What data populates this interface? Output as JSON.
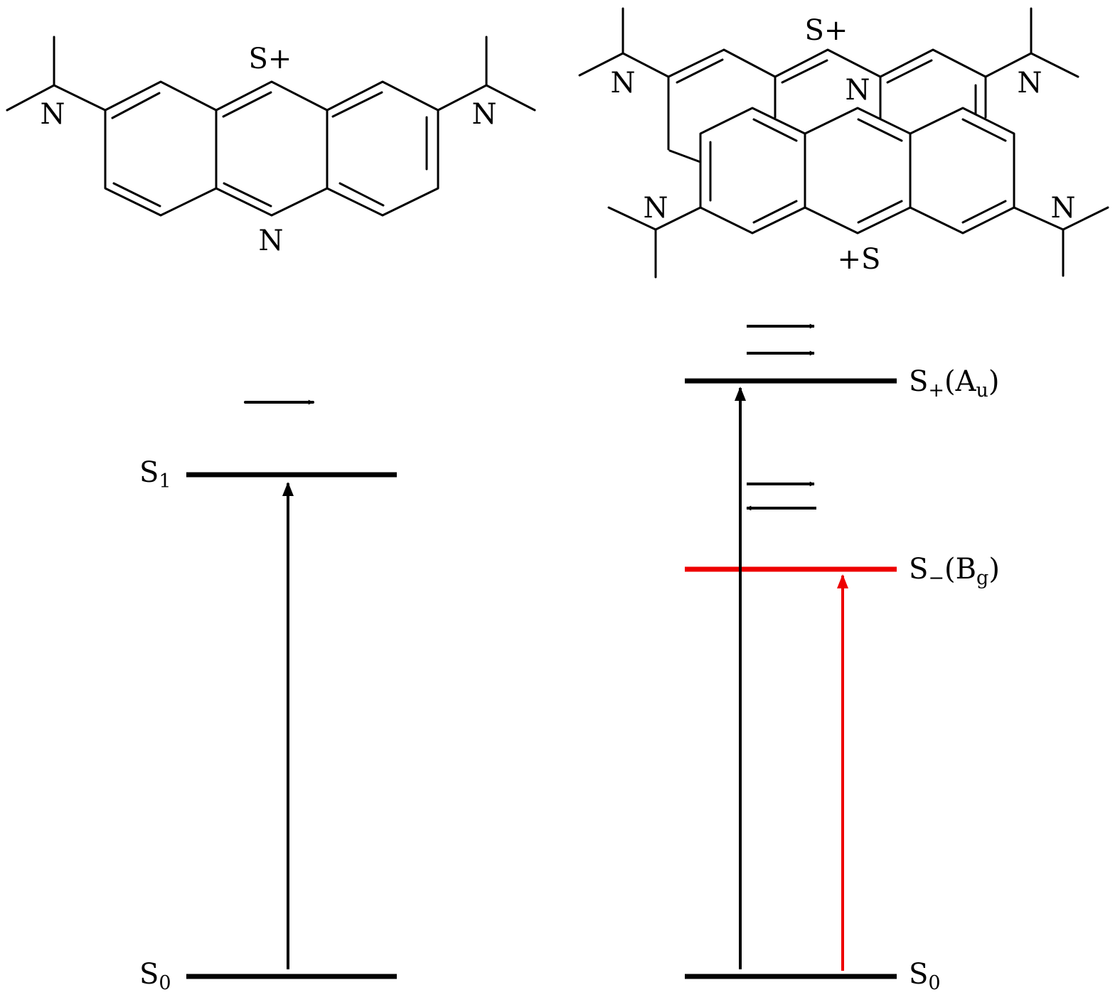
{
  "colors": {
    "black": "#000000",
    "red": "#ee0000"
  },
  "monomer": {
    "sulfur_label": "S+",
    "nitrogen_label": "N",
    "amine_left_label": "N",
    "amine_right_label": "N"
  },
  "dimer": {
    "top_sulfur_label": "S+",
    "bottom_sulfur_label": "+S",
    "nitrogen_label": "N",
    "amine_labels": [
      "N",
      "N",
      "N",
      "N"
    ]
  },
  "monomer_levels": {
    "excited": {
      "base": "S",
      "sub": "1"
    },
    "ground": {
      "base": "S",
      "sub": "0"
    }
  },
  "dimer_levels": {
    "upper": {
      "base": "S",
      "sub": "+",
      "paren_open": "(",
      "sym_base": "A",
      "sym_sub": "u",
      "paren_close": ")"
    },
    "lower": {
      "base": "S",
      "sub": "−",
      "paren_open": "(",
      "sym_base": "B",
      "sym_sub": "g",
      "paren_close": ")"
    },
    "ground": {
      "base": "S",
      "sub": "0"
    }
  }
}
